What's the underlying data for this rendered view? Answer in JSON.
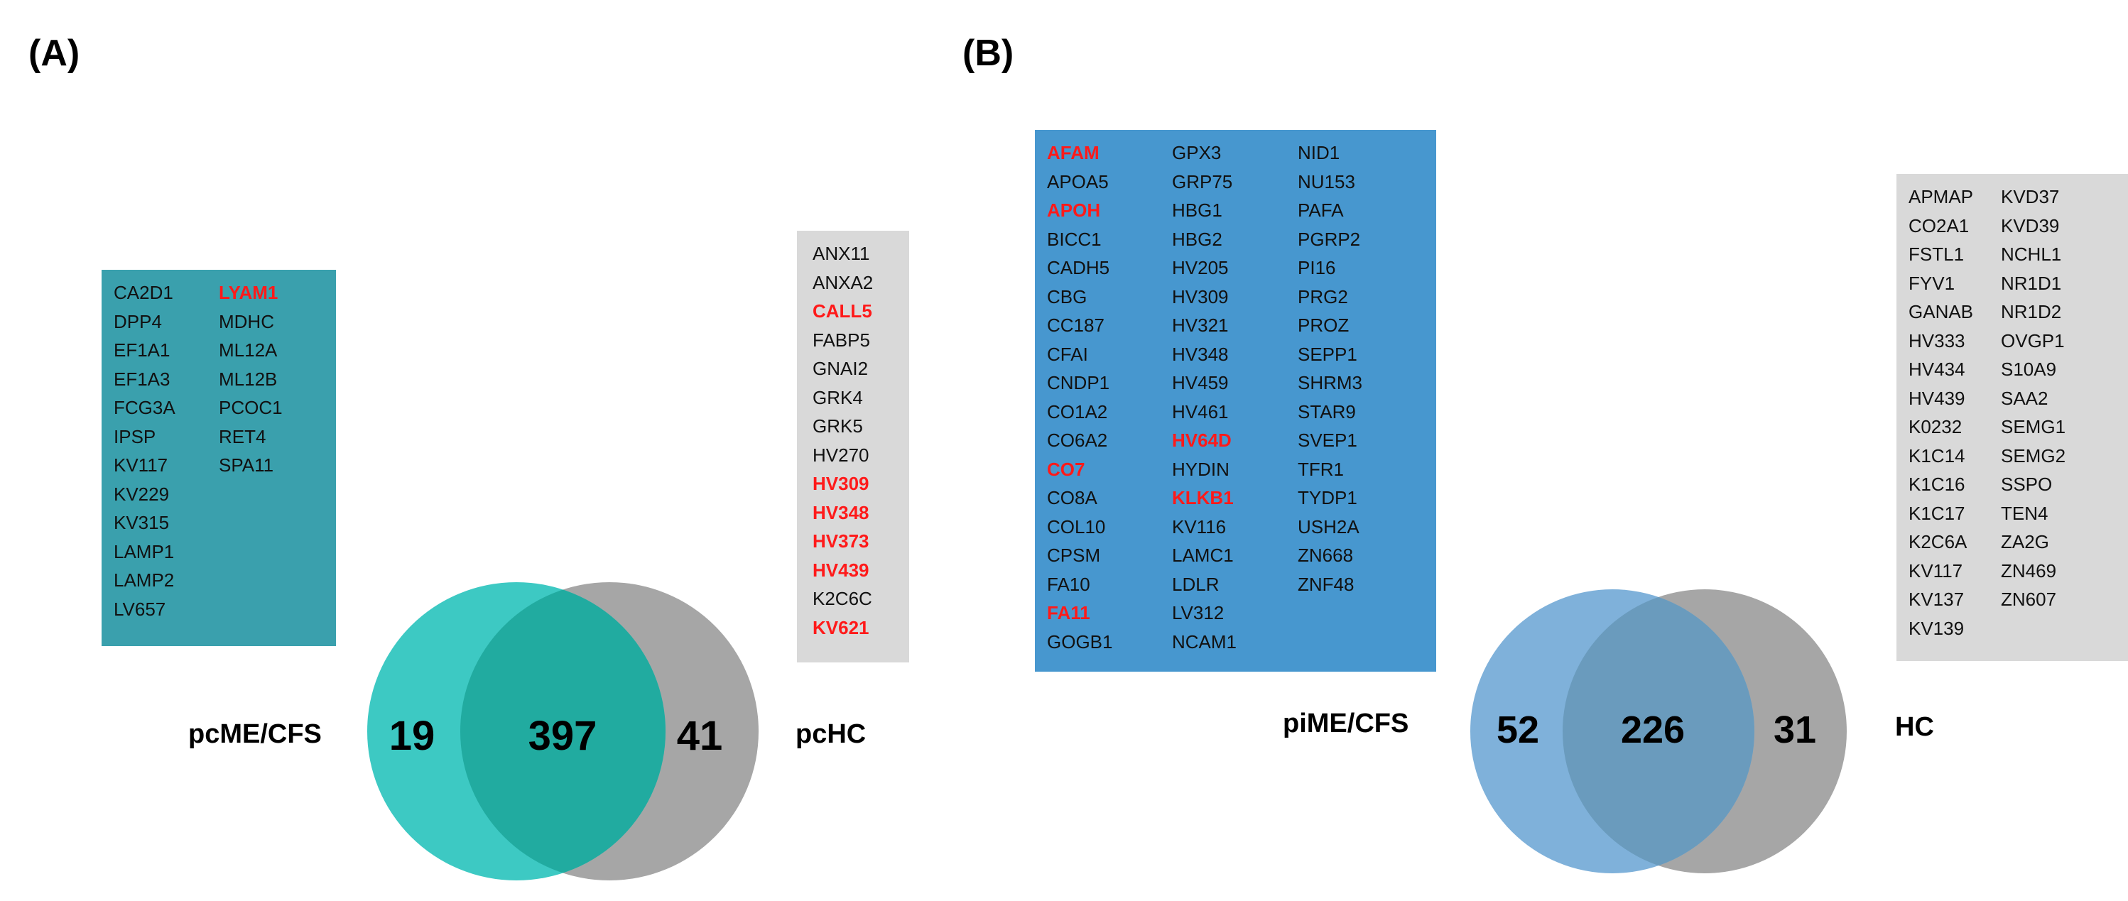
{
  "panels": [
    {
      "label": "(A)",
      "left_group": {
        "name": "pcME/CFS",
        "count": "19",
        "color": "#3dc9c3",
        "genes": [
          "CA2D1",
          "DPP4",
          "EF1A1",
          "EF1A3",
          "FCG3A",
          "IPSP",
          "KV117",
          "KV229",
          "KV315",
          "LAMP1",
          "LAMP2",
          "LV657",
          "LYAM1",
          "MDHC",
          "ML12A",
          "ML12B",
          "PCOC1",
          "RET4",
          "SPA11"
        ],
        "highlighted": [
          "LYAM1"
        ]
      },
      "overlap_count": "397",
      "right_group": {
        "name": "pcHC",
        "count": "41",
        "color": "#a6a6a6",
        "genes": [
          "ANX11",
          "ANXA2",
          "CALL5",
          "FABP5",
          "GNAI2",
          "GRK4",
          "GRK5",
          "HV270",
          "HV309",
          "HV348",
          "HV373",
          "HV439",
          "K2C6C",
          "KV621"
        ],
        "highlighted": [
          "CALL5",
          "HV309",
          "HV348",
          "HV373",
          "HV439",
          "KV621"
        ]
      }
    },
    {
      "label": "(B)",
      "left_group": {
        "name": "piME/CFS",
        "count": "52",
        "color": "#7fb1da",
        "genes": [
          "AFAM",
          "APOA5",
          "APOH",
          "BICC1",
          "CADH5",
          "CBG",
          "CC187",
          "CFAI",
          "CNDP1",
          "CO1A2",
          "CO6A2",
          "CO7",
          "CO8A",
          "COL10",
          "CPSM",
          "FA10",
          "FA11",
          "GOGB1",
          "GPX3",
          "GRP75",
          "HBG1",
          "HBG2",
          "HV205",
          "HV309",
          "HV321",
          "HV348",
          "HV459",
          "HV461",
          "HV64D",
          "HYDIN",
          "KLKB1",
          "KV116",
          "LAMC1",
          "LDLR",
          "LV312",
          "NCAM1",
          "NID1",
          "NU153",
          "PAFA",
          "PGRP2",
          "PI16",
          "PRG2",
          "PROZ",
          "SEPP1",
          "SHRM3",
          "STAR9",
          "SVEP1",
          "TFR1",
          "TYDP1",
          "USH2A",
          "ZN668",
          "ZNF48"
        ],
        "highlighted": [
          "AFAM",
          "APOH",
          "CO7",
          "FA11",
          "HV64D",
          "KLKB1"
        ]
      },
      "overlap_count": "226",
      "right_group": {
        "name": "HC",
        "count": "31",
        "color": "#a6a6a6",
        "genes": [
          "APMAP",
          "CO2A1",
          "FSTL1",
          "FYV1",
          "GANAB",
          "HV333",
          "HV434",
          "HV439",
          "K0232",
          "K1C14",
          "K1C16",
          "K1C17",
          "K2C6A",
          "KV117",
          "KV137",
          "KV139",
          "KVD37",
          "KVD39",
          "NCHL1",
          "NR1D1",
          "NR1D2",
          "OVGP1",
          "S10A9",
          "SAA2",
          "SEMG1",
          "SEMG2",
          "SSPO",
          "TEN4",
          "ZA2G",
          "ZN469",
          "ZN607"
        ],
        "highlighted": []
      }
    }
  ],
  "colors": {
    "box_teal": "#3aa0ad",
    "box_blue": "#4797cf",
    "box_gray": "#d9d9d9",
    "highlight_text": "#ff1a1a",
    "overlap_A": "#21aba0",
    "overlap_B": "#6a9bbd"
  }
}
